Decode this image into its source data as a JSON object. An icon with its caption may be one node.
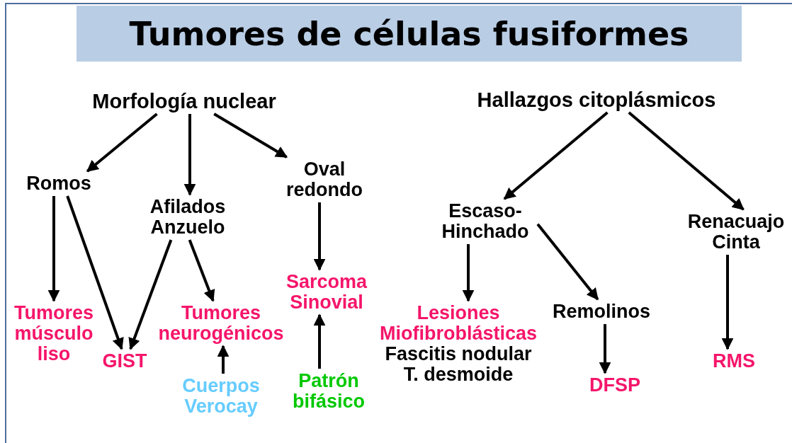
{
  "diagram": {
    "title": "Tumores de células fusiformes",
    "nodes": [
      {
        "text": [
          "Morfología nuclear"
        ]
      },
      {
        "text": [
          "Romos"
        ]
      },
      {
        "text": [
          "Afilados Anzuelo"
        ]
      },
      {
        "text": [
          "Oval redondo"
        ]
      },
      {
        "text": [
          "Tumores músculo liso"
        ]
      },
      {
        "text": [
          "GIST"
        ]
      },
      {
        "text": [
          "Tumores neurogénicos"
        ]
      },
      {
        "text": [
          "Cuerpos Verocay"
        ]
      },
      {
        "text": [
          "Sarcoma Sinovial"
        ]
      },
      {
        "text": [
          "Patrón bifásico"
        ]
      },
      {
        "text": [
          "Hallazgos citoplásmicos"
        ]
      },
      {
        "text": [
          "Escaso- Hinchado"
        ]
      },
      {
        "text": [
          "Renacuajo Cinta"
        ]
      },
      {
        "text": [
          "Lesiones Miofibroblásticas",
          "Fascitis nodular T. desmoide"
        ]
      },
      {
        "text": [
          "Remolinos"
        ]
      },
      {
        "text": [
          "DFSP"
        ]
      },
      {
        "text": [
          "RMS"
        ]
      }
    ],
    "edges": [
      {
        "from": 0,
        "to": 1,
        "arrow": "to"
      },
      {
        "from": 0,
        "to": 2,
        "arrow": "to"
      },
      {
        "from": 0,
        "to": 3,
        "arrow": "to"
      },
      {
        "from": 1,
        "to": 4,
        "arrow": "to"
      },
      {
        "from": 1,
        "to": 5,
        "arrow": "to"
      },
      {
        "from": 2,
        "to": 5,
        "arrow": "to"
      },
      {
        "from": 2,
        "to": 6,
        "arrow": "to"
      },
      {
        "from": 3,
        "to": 8,
        "arrow": "to"
      },
      {
        "from": 9,
        "to": 8,
        "arrow": "to"
      },
      {
        "from": 7,
        "to": 6,
        "arrow": "to"
      },
      {
        "from": 10,
        "to": 11,
        "arrow": "to"
      },
      {
        "from": 10,
        "to": 12,
        "arrow": "to"
      },
      {
        "from": 11,
        "to": 13,
        "arrow": "to"
      },
      {
        "from": 11,
        "to": 14,
        "arrow": "to"
      },
      {
        "from": 14,
        "to": 15,
        "arrow": "to"
      },
      {
        "from": 12,
        "to": 16,
        "arrow": "to"
      }
    ]
  }
}
